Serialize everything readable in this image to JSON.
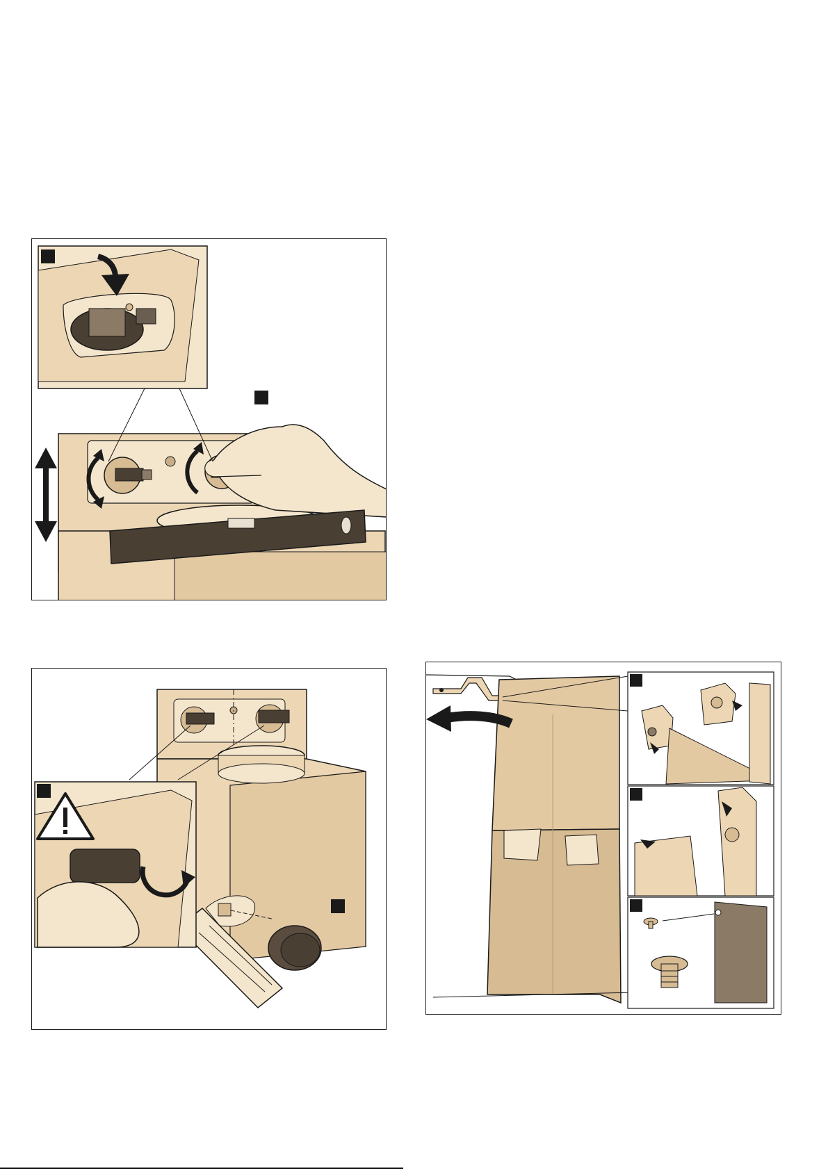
{
  "page": {
    "footer_text": "",
    "figures": [
      {
        "name": "fig-levelling",
        "marker_count": 2
      },
      {
        "name": "fig-screw-knob",
        "marker_count": 2,
        "warning_icon": "warning-triangle-icon"
      },
      {
        "name": "fig-chimney-cover",
        "marker_count": 3
      }
    ]
  },
  "colors": {
    "beige": "#ecd6b4",
    "beige_light": "#f4e6cc",
    "beige_dark": "#d6bb93",
    "tool_dark": "#4a3f33",
    "outline": "#1a1a1a"
  }
}
